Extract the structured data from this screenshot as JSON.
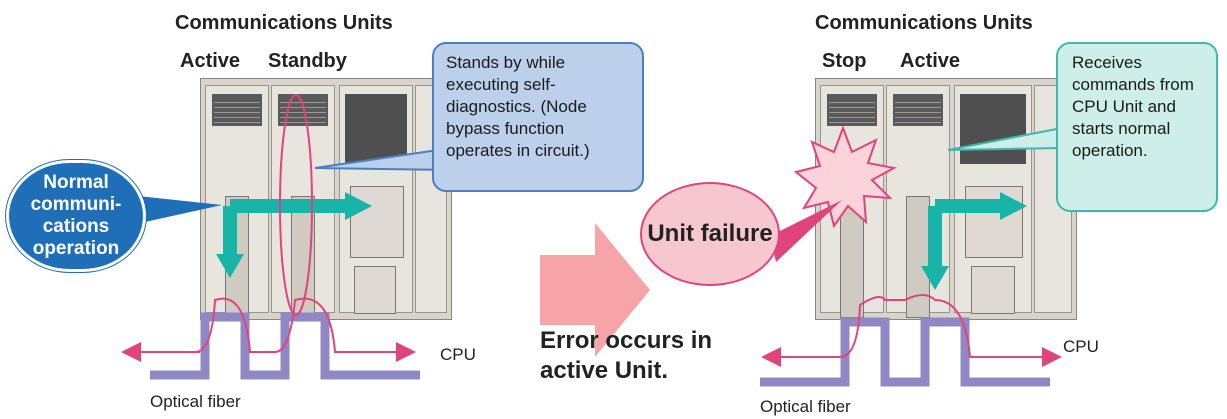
{
  "left": {
    "title": "Communications Units",
    "unit1_label": "Active",
    "unit2_label": "Standby",
    "bubble_text": "Stands by while executing self-diagnostics. (Node bypass function operates in circuit.)",
    "normal_text": "Normal communi-cations operation",
    "cpu_label": "CPU",
    "fiber_label": "Optical fiber"
  },
  "middle": {
    "error_text": "Error occurs in active Unit."
  },
  "right": {
    "title": "Communications Units",
    "unit1_label": "Stop",
    "unit2_label": "Active",
    "bubble_text": "Receives commands from CPU Unit and starts normal operation.",
    "failure_text": "Unit failure",
    "cpu_label": "CPU",
    "fiber_label": "Optical fiber"
  },
  "colors": {
    "fiber": "#9088c4",
    "signal_arrow": "#e0447a",
    "flow_arrow": "#19b4a8",
    "transition_arrow": "#f6a4a8",
    "normal_badge": "#1f6fb8"
  }
}
